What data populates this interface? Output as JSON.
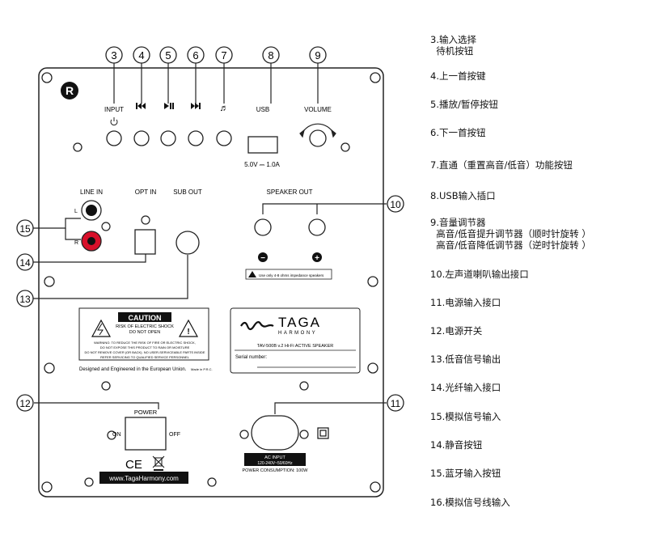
{
  "panel": {
    "callouts": [
      "3",
      "4",
      "5",
      "6",
      "7",
      "8",
      "9",
      "10",
      "11",
      "12",
      "13",
      "14",
      "15"
    ],
    "labels": {
      "input": "INPUT",
      "usb": "USB",
      "volume": "VOLUME",
      "usb_rating": "5.0V ⎓ 1.0A",
      "line_in": "LINE IN",
      "opt_in": "OPT IN",
      "sub_out": "SUB OUT",
      "speaker_out": "SPEAKER OUT",
      "left_ch": "L",
      "right_ch": "R",
      "minus": "−",
      "plus": "+",
      "impedance": "Use only 4-8 ohms impedance speakers",
      "caution_title": "CAUTION",
      "caution_line1": "RISK OF ELECTRIC SHOCK",
      "caution_line2": "DO NOT OPEN",
      "warning_1": "WARNING: TO REDUCE THE RISK OF FIRE OR ELECTRIC SHOCK,",
      "warning_2": "DO NOT EXPOSE THIS PRODUCT TO RAIN OR MOISTURE",
      "warning_3": "DO NOT REMOVE COVER (OR BACK). NO USER-SERVICEABLE PARTS INSIDE",
      "warning_4": "REFER SERVICING TO QUALIFIED SERVICE PERSONNEL",
      "designed": "Designed and Engineered in the European Union.",
      "made_in": "Made in P.R.C.",
      "brand_name": "TAGA",
      "brand_sub": "HARMONY",
      "model": "TAV-500B v.2 Hi-Fi ACTIVE SPEAKER",
      "serial": "Serial number:",
      "power": "POWER",
      "on": "ON",
      "off": "OFF",
      "ce_mark": "CE",
      "website": "www.TagaHarmony.com",
      "ac_input": "AC INPUT",
      "ac_rating": "120-240V~50/60Hz",
      "power_consumption": "POWER CONSUMPTION: 100W",
      "r_badge": "R"
    }
  },
  "legend": [
    "3.输入选择\n  待机按钮",
    "4.上一首按键",
    "5.播放/暂停按钮",
    "6.下一首按钮",
    "7.直通（重置高音/低音）功能按钮",
    "8.USB输入插口",
    "9.音量调节器\n  高音/低音提升调节器（顺时针旋转 ）\n  高音/低音降低调节器（逆时针旋转 ）",
    "10.左声道喇叭输出接口",
    "11.电源输入接口",
    "12.电源开关",
    "13.低音信号输出",
    "14.光纤输入接口",
    "15.模拟信号输入",
    "14.静音按钮",
    "15.蓝牙输入按钮",
    "16.模拟信号线输入"
  ],
  "colors": {
    "rca_right": "#d8102a",
    "ink": "#111111"
  }
}
